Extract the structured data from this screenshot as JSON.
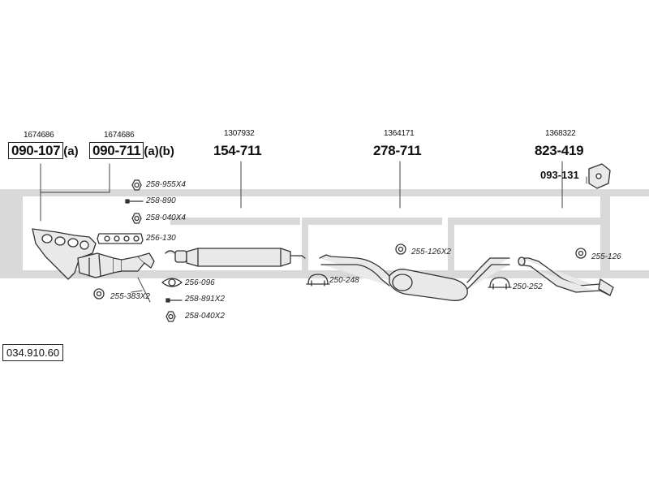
{
  "colors": {
    "stripe": "#d9d9d9",
    "line": "#333333",
    "part_fill": "#e9e9e9"
  },
  "reference": "034.910.60",
  "groups": [
    {
      "oe": "1674686",
      "part": "090-107",
      "suffix": "(a)"
    },
    {
      "oe": "1674686",
      "part": "090-711",
      "suffix": "(a)(b)"
    },
    {
      "oe": "1307932",
      "part": "154-711"
    },
    {
      "oe": "1364171",
      "part": "278-711"
    },
    {
      "oe": "1368322",
      "part": "823-419",
      "extra": "093-131"
    }
  ],
  "accessories": [
    {
      "code": "258-955X4",
      "icon": "nut-icon"
    },
    {
      "code": "258-890",
      "icon": "bolt-icon"
    },
    {
      "code": "258-040X4",
      "icon": "nut-icon"
    },
    {
      "code": "256-130",
      "icon": "manifold-gasket-icon"
    },
    {
      "code": "256-096",
      "icon": "flange-gasket-icon"
    },
    {
      "code": "255-383X2",
      "icon": "rubber-mount-icon"
    },
    {
      "code": "258-891X2",
      "icon": "bolt-icon"
    },
    {
      "code": "258-040X2",
      "icon": "nut-icon"
    },
    {
      "code": "255-126X2",
      "icon": "rubber-mount-icon"
    },
    {
      "code": "250-248",
      "icon": "clamp-icon"
    },
    {
      "code": "250-252",
      "icon": "clamp-icon"
    },
    {
      "code": "255-126",
      "icon": "rubber-mount-icon"
    }
  ]
}
